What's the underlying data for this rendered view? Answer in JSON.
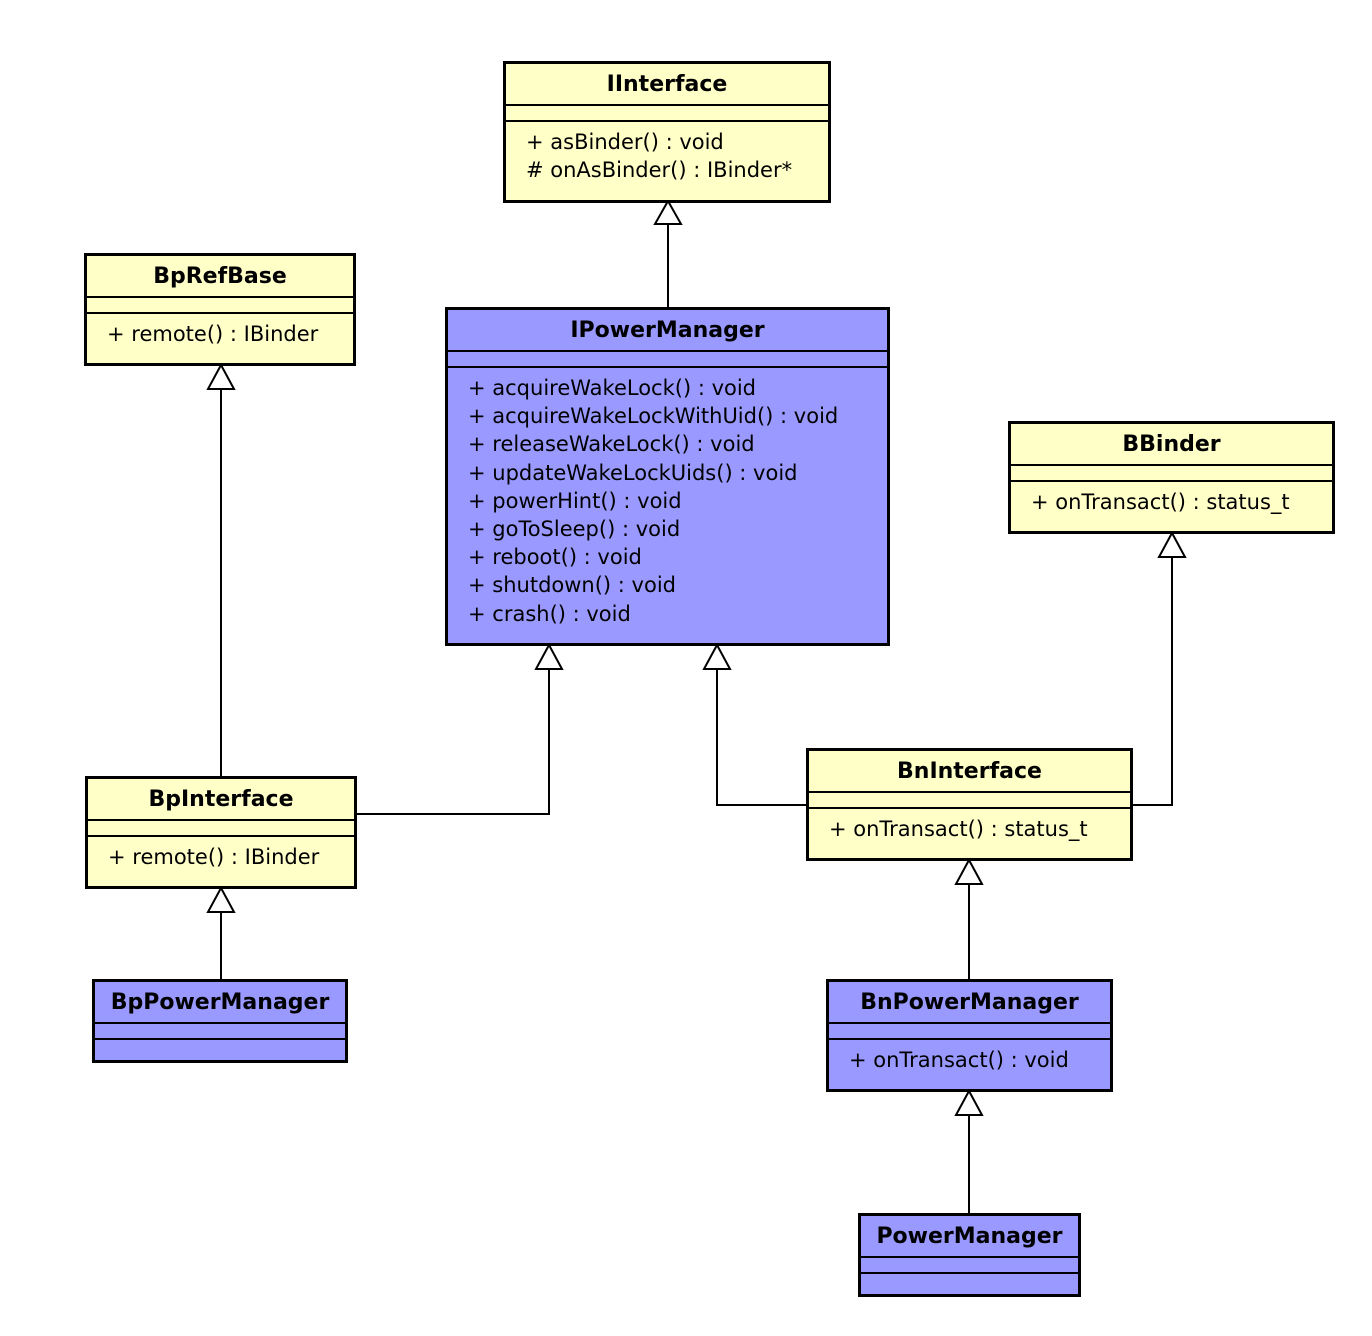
{
  "classes": {
    "iinterface": {
      "name": "IInterface",
      "operations": [
        "+ asBinder() : void",
        "# onAsBinder() : IBinder*"
      ]
    },
    "bprefbase": {
      "name": "BpRefBase",
      "operations": [
        "+ remote() : IBinder"
      ]
    },
    "ipowermanager": {
      "name": "IPowerManager",
      "operations": [
        "+ acquireWakeLock() : void",
        "+ acquireWakeLockWithUid() : void",
        "+ releaseWakeLock() : void",
        "+ updateWakeLockUids() : void",
        "+ powerHint() : void",
        "+ goToSleep() : void",
        "+ reboot() : void",
        "+ shutdown() : void",
        "+ crash() : void"
      ]
    },
    "bbinder": {
      "name": "BBinder",
      "operations": [
        "+ onTransact() : status_t"
      ]
    },
    "bpinterface": {
      "name": "BpInterface",
      "operations": [
        "+ remote() : IBinder"
      ]
    },
    "bninterface": {
      "name": "BnInterface",
      "operations": [
        "+ onTransact() : status_t"
      ]
    },
    "bppowermanager": {
      "name": "BpPowerManager",
      "operations": []
    },
    "bnpowermanager": {
      "name": "BnPowerManager",
      "operations": [
        "+ onTransact() : void"
      ]
    },
    "powermanager": {
      "name": "PowerManager",
      "operations": []
    }
  },
  "colors": {
    "interface_fill": "#ffffc8",
    "implementation_fill": "#9999ff",
    "line": "#000000"
  }
}
